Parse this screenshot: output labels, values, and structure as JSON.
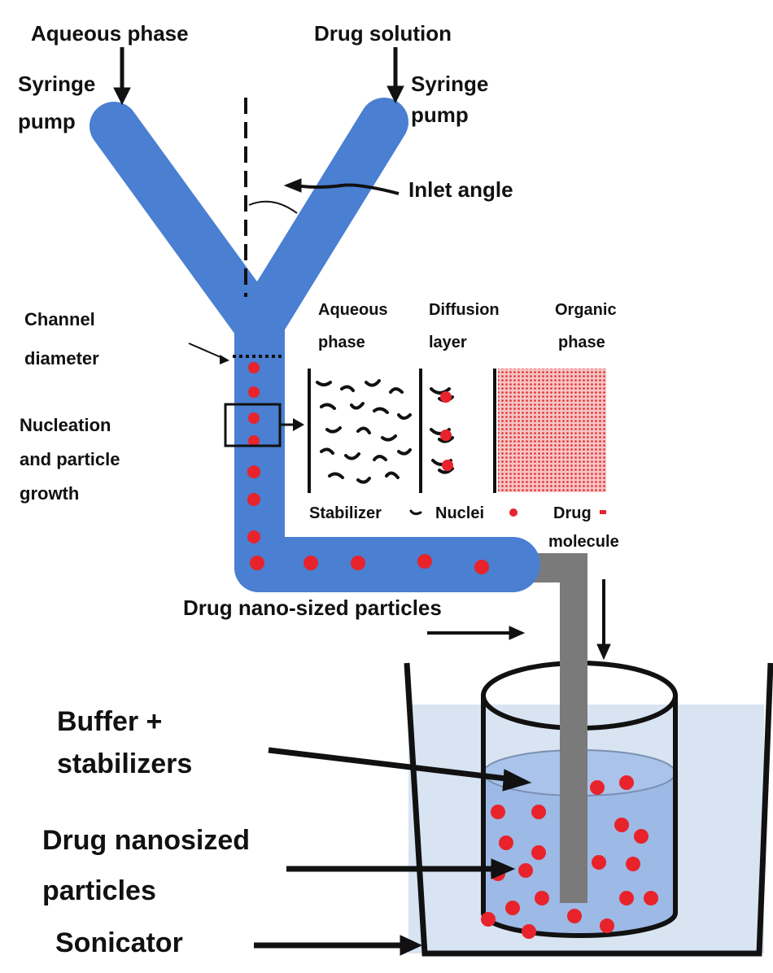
{
  "labels": {
    "aqueous_phase_top": "Aqueous phase",
    "drug_solution": "Drug solution",
    "syringe_left_1": "Syringe",
    "syringe_left_2": "pump",
    "syringe_right_1": "Syringe",
    "syringe_right_2": "pump",
    "inlet_angle": "Inlet angle",
    "channel_1": "Channel",
    "channel_2": "diameter",
    "nucleation_1": "Nucleation",
    "nucleation_2": "and particle",
    "nucleation_3": "growth",
    "inset_aqueous_1": "Aqueous",
    "inset_aqueous_2": "phase",
    "inset_diffusion_1": "Diffusion",
    "inset_diffusion_2": "layer",
    "inset_organic_1": "Organic",
    "inset_organic_2": "phase",
    "legend_stabilizer": "Stabilizer",
    "legend_nuclei": "Nuclei",
    "legend_drug_1": "Drug",
    "legend_drug_2": "molecule",
    "drug_nano_particles": "Drug nano-sized particles",
    "buffer_1": "Buffer +",
    "buffer_2": "stabilizers",
    "drug_nanosized_1": "Drug nanosized",
    "drug_nanosized_2": "particles",
    "sonicator": "Sonicator"
  },
  "colors": {
    "channel": "#4a7fd1",
    "particle": "#e8232b",
    "tube": "#7a7a7a",
    "bath": "#d9e4f2",
    "beaker_liquid": "#9db9e6",
    "organic": "#f4a6a6"
  }
}
